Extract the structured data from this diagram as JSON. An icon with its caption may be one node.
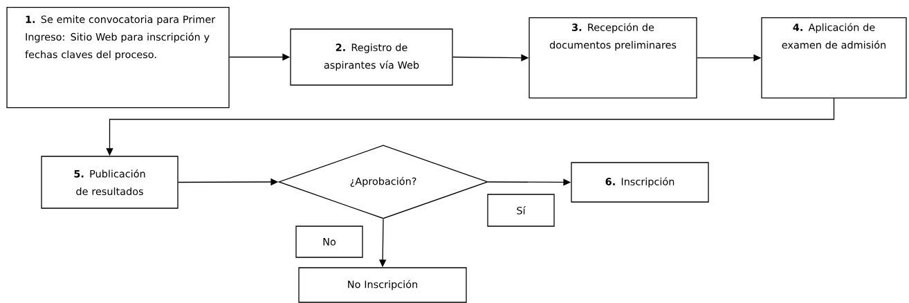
{
  "diagram": {
    "nodes": [
      {
        "text": [
          "**1.** Se emite convocatoria para Primer Ingreso: Sitio Web para inscripción y fechas claves del proceso."
        ]
      },
      {
        "text": [
          "**2.** Registro de aspirantes vía Web"
        ]
      },
      {
        "text": [
          "**3.** Recepción de documentos preliminares"
        ]
      },
      {
        "text": [
          "**4.** Aplicación de examen de admisión"
        ]
      },
      {
        "text": [
          "**5.** Publicación de resultados"
        ]
      },
      {
        "text": [
          "¿Aprobación?"
        ]
      },
      {
        "text": [
          "**6.** Inscripción"
        ]
      },
      {
        "text": [
          "Sí"
        ]
      },
      {
        "text": [
          "No"
        ]
      },
      {
        "text": [
          "No Inscripción"
        ]
      }
    ],
    "edges": [
      {
        "from": 0,
        "to": 1,
        "arrow": "to"
      },
      {
        "from": 1,
        "to": 2,
        "arrow": "to"
      },
      {
        "from": 2,
        "to": 3,
        "arrow": "to"
      },
      {
        "from": 3,
        "to": 4,
        "arrow": "to"
      },
      {
        "from": 4,
        "to": 5,
        "arrow": "to"
      },
      {
        "from": 5,
        "to": 6,
        "arrow": "to"
      },
      {
        "from": 5,
        "to": 9,
        "arrow": "to"
      }
    ]
  }
}
